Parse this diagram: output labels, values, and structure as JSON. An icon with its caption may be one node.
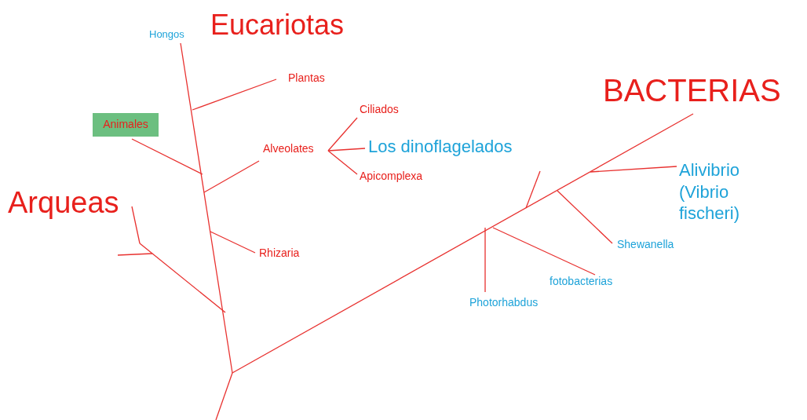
{
  "diagram": {
    "nodes": [
      {
        "text": [
          "Animales"
        ]
      }
    ],
    "labels": [
      "Hongos",
      "Eucariotas",
      "Plantas",
      "Ciliados",
      "Alveolates",
      "Los dinoflagelados",
      "Apicomplexa",
      "Arqueas",
      "Rhizaria",
      "BACTERIAS",
      "Alivibrio (Vibrio fischeri)",
      "Shewanella",
      "fotobacterias",
      "Photorhabdus"
    ]
  }
}
